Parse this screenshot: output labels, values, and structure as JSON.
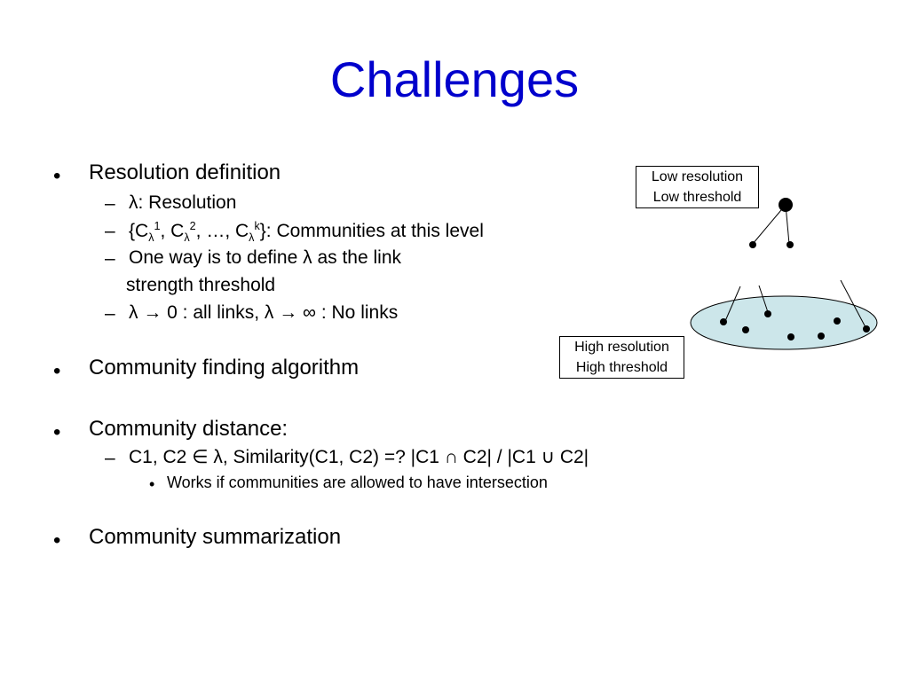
{
  "slide": {
    "title": "Challenges",
    "bullet_char": "•",
    "dash_char": "–",
    "sub_bullet_char": "•",
    "items": {
      "resolution_definition": "Resolution definition",
      "lambda_resolution": "λ: Resolution",
      "communities": {
        "open": "{C",
        "lambda": "λ",
        "sup1": "1",
        "sep1": ", C",
        "sup2": "2",
        "sep2": ", …, C",
        "supk": "k",
        "rest": "}: Communities at this level"
      },
      "one_way_line1": "One way is to define λ as the link",
      "one_way_line2": "strength threshold",
      "limits": "λ → 0 : all links, λ → ∞ : No links",
      "community_finding": "Community finding algorithm",
      "community_distance": "Community distance:",
      "similarity": "C1, C2 ∈ λ, Similarity(C1, C2) =? |C1 ∩ C2| / |C1 ∪ C2|",
      "works_if": "Works if communities are allowed to have intersection",
      "community_summarization": "Community summarization"
    }
  },
  "diagram": {
    "low_box": {
      "line1": "Low resolution",
      "line2": "Low threshold"
    },
    "high_box": {
      "line1": "High resolution",
      "line2": "High threshold"
    },
    "ellipse_fill": "#cce6ea"
  }
}
